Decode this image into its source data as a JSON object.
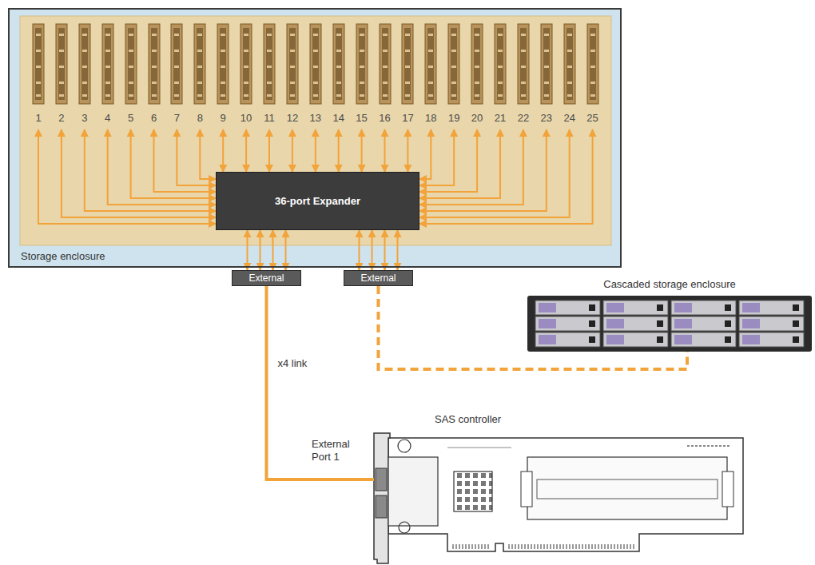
{
  "diagram": {
    "nodes": [
      {
        "text": [
          "Storage enclosure"
        ]
      },
      {
        "text": [
          "1"
        ],
        "in": 0
      },
      {
        "text": [
          "2"
        ],
        "in": 0
      },
      {
        "text": [
          "3"
        ],
        "in": 0
      },
      {
        "text": [
          "4"
        ],
        "in": 0
      },
      {
        "text": [
          "5"
        ],
        "in": 0
      },
      {
        "text": [
          "6"
        ],
        "in": 0
      },
      {
        "text": [
          "7"
        ],
        "in": 0
      },
      {
        "text": [
          "8"
        ],
        "in": 0
      },
      {
        "text": [
          "9"
        ],
        "in": 0
      },
      {
        "text": [
          "10"
        ],
        "in": 0
      },
      {
        "text": [
          "11"
        ],
        "in": 0
      },
      {
        "text": [
          "12"
        ],
        "in": 0
      },
      {
        "text": [
          "13"
        ],
        "in": 0
      },
      {
        "text": [
          "14"
        ],
        "in": 0
      },
      {
        "text": [
          "15"
        ],
        "in": 0
      },
      {
        "text": [
          "16"
        ],
        "in": 0
      },
      {
        "text": [
          "17"
        ],
        "in": 0
      },
      {
        "text": [
          "18"
        ],
        "in": 0
      },
      {
        "text": [
          "19"
        ],
        "in": 0
      },
      {
        "text": [
          "20"
        ],
        "in": 0
      },
      {
        "text": [
          "21"
        ],
        "in": 0
      },
      {
        "text": [
          "22"
        ],
        "in": 0
      },
      {
        "text": [
          "23"
        ],
        "in": 0
      },
      {
        "text": [
          "24"
        ],
        "in": 0
      },
      {
        "text": [
          "25"
        ],
        "in": 0
      },
      {
        "text": [
          "36-port Expander"
        ],
        "in": 0
      },
      {
        "text": [
          "External"
        ]
      },
      {
        "text": [
          "External"
        ]
      },
      {
        "text": [
          "Cascaded storage enclosure"
        ]
      },
      {
        "text": [
          "SAS controller"
        ]
      }
    ],
    "edges": [
      {
        "from": 26,
        "to": 1,
        "arrow": "both"
      },
      {
        "from": 26,
        "to": 2,
        "arrow": "both"
      },
      {
        "from": 26,
        "to": 3,
        "arrow": "both"
      },
      {
        "from": 26,
        "to": 4,
        "arrow": "both"
      },
      {
        "from": 26,
        "to": 5,
        "arrow": "both"
      },
      {
        "from": 26,
        "to": 6,
        "arrow": "both"
      },
      {
        "from": 26,
        "to": 7,
        "arrow": "both"
      },
      {
        "from": 26,
        "to": 8,
        "arrow": "both"
      },
      {
        "from": 26,
        "to": 9,
        "arrow": "both"
      },
      {
        "from": 26,
        "to": 10,
        "arrow": "both"
      },
      {
        "from": 26,
        "to": 11,
        "arrow": "both"
      },
      {
        "from": 26,
        "to": 12,
        "arrow": "both"
      },
      {
        "from": 26,
        "to": 13,
        "arrow": "both"
      },
      {
        "from": 26,
        "to": 14,
        "arrow": "both"
      },
      {
        "from": 26,
        "to": 15,
        "arrow": "both"
      },
      {
        "from": 26,
        "to": 16,
        "arrow": "both"
      },
      {
        "from": 26,
        "to": 17,
        "arrow": "both"
      },
      {
        "from": 26,
        "to": 18,
        "arrow": "both"
      },
      {
        "from": 26,
        "to": 19,
        "arrow": "both"
      },
      {
        "from": 26,
        "to": 20,
        "arrow": "both"
      },
      {
        "from": 26,
        "to": 21,
        "arrow": "both"
      },
      {
        "from": 26,
        "to": 22,
        "arrow": "both"
      },
      {
        "from": 26,
        "to": 23,
        "arrow": "both"
      },
      {
        "from": 26,
        "to": 24,
        "arrow": "both"
      },
      {
        "from": 26,
        "to": 25,
        "arrow": "both"
      },
      {
        "from": 26,
        "to": 27,
        "arrow": "both"
      },
      {
        "from": 26,
        "to": 27,
        "arrow": "both"
      },
      {
        "from": 26,
        "to": 27,
        "arrow": "both"
      },
      {
        "from": 26,
        "to": 27,
        "arrow": "both"
      },
      {
        "from": 26,
        "to": 28,
        "arrow": "both"
      },
      {
        "from": 26,
        "to": 28,
        "arrow": "both"
      },
      {
        "from": 26,
        "to": 28,
        "arrow": "both"
      },
      {
        "from": 26,
        "to": 28,
        "arrow": "both"
      },
      {
        "from": 27,
        "to": 30,
        "label": "x4 link",
        "arrow": "none"
      },
      {
        "from": 28,
        "to": 29,
        "arrow": "none"
      }
    ],
    "labels": [
      "External Port 1"
    ]
  }
}
